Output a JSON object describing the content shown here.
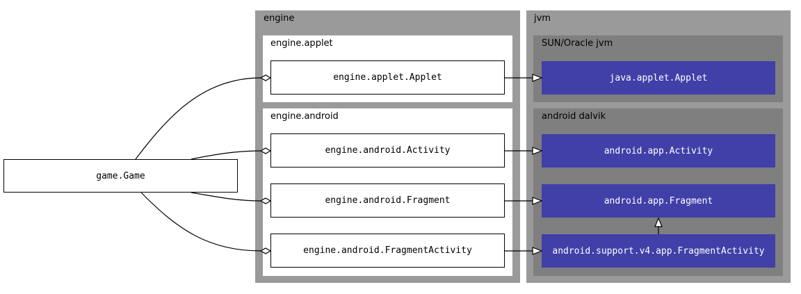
{
  "clusters": {
    "engine": "engine",
    "engine_applet": "engine.applet",
    "engine_android": "engine.android",
    "jvm": "jvm",
    "sun_oracle": "SUN/Oracle jvm",
    "android_dalvik": "android dalvik"
  },
  "nodes": {
    "game": "game.Game",
    "engine_applet_applet": "engine.applet.Applet",
    "engine_android_activity": "engine.android.Activity",
    "engine_android_fragment": "engine.android.Fragment",
    "engine_android_fragmentactivity": "engine.android.FragmentActivity",
    "java_applet": "java.applet.Applet",
    "android_activity": "android.app.Activity",
    "android_fragment": "android.app.Fragment",
    "support_fragmentactivity": "android.support.v4.app.FragmentActivity"
  },
  "colors": {
    "cluster_gray": "#9a9a9a",
    "cluster_dark": "#7f7f7f",
    "jvm_node_fill": "#4040a8"
  }
}
